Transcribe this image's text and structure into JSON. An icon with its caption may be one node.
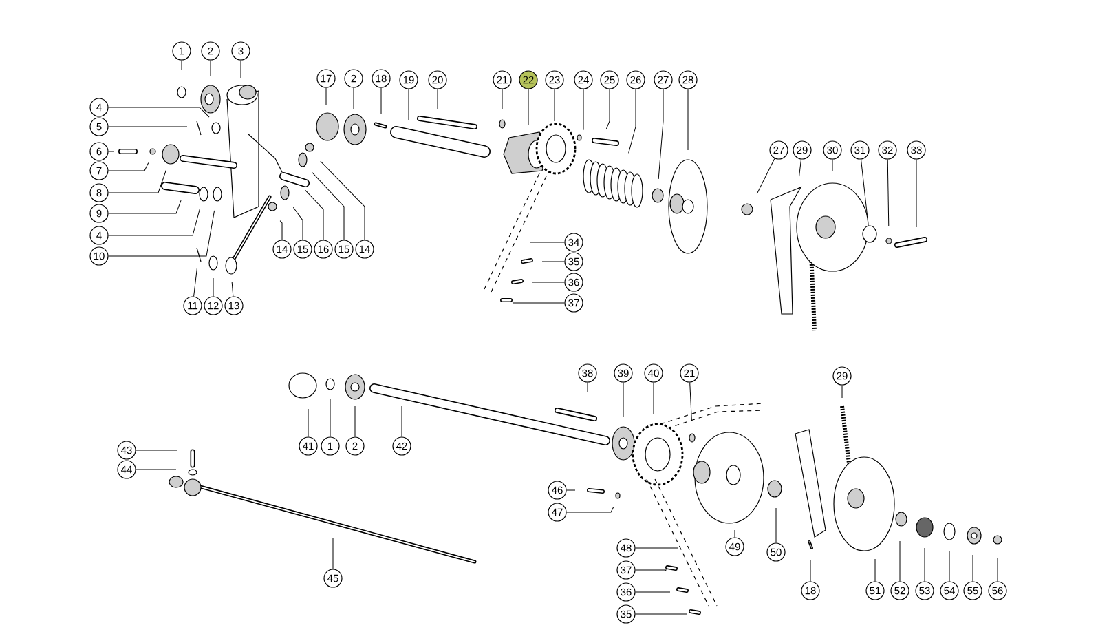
{
  "diagram": {
    "nodes": [
      {
        "text": [
          "1"
        ]
      },
      {
        "text": [
          "2"
        ]
      },
      {
        "text": [
          "3"
        ]
      },
      {
        "text": [
          "4"
        ]
      },
      {
        "text": [
          "5"
        ]
      },
      {
        "text": [
          "6"
        ]
      },
      {
        "text": [
          "7"
        ]
      },
      {
        "text": [
          "8"
        ]
      },
      {
        "text": [
          "9"
        ]
      },
      {
        "text": [
          "4"
        ]
      },
      {
        "text": [
          "10"
        ]
      },
      {
        "text": [
          "11"
        ]
      },
      {
        "text": [
          "12"
        ]
      },
      {
        "text": [
          "13"
        ]
      },
      {
        "text": [
          "14"
        ]
      },
      {
        "text": [
          "15"
        ]
      },
      {
        "text": [
          "16"
        ]
      },
      {
        "text": [
          "15"
        ]
      },
      {
        "text": [
          "14"
        ]
      },
      {
        "text": [
          "17"
        ]
      },
      {
        "text": [
          "2"
        ]
      },
      {
        "text": [
          "18"
        ]
      },
      {
        "text": [
          "19"
        ]
      },
      {
        "text": [
          "20"
        ]
      },
      {
        "text": [
          "21"
        ]
      },
      {
        "text": [
          "22"
        ]
      },
      {
        "text": [
          "23"
        ]
      },
      {
        "text": [
          "24"
        ]
      },
      {
        "text": [
          "25"
        ]
      },
      {
        "text": [
          "26"
        ]
      },
      {
        "text": [
          "27"
        ]
      },
      {
        "text": [
          "28"
        ]
      },
      {
        "text": [
          "34"
        ]
      },
      {
        "text": [
          "35"
        ]
      },
      {
        "text": [
          "36"
        ]
      },
      {
        "text": [
          "37"
        ]
      },
      {
        "text": [
          "27"
        ]
      },
      {
        "text": [
          "29"
        ]
      },
      {
        "text": [
          "30"
        ]
      },
      {
        "text": [
          "31"
        ]
      },
      {
        "text": [
          "32"
        ]
      },
      {
        "text": [
          "33"
        ]
      },
      {
        "text": [
          "38"
        ]
      },
      {
        "text": [
          "39"
        ]
      },
      {
        "text": [
          "40"
        ]
      },
      {
        "text": [
          "21"
        ]
      },
      {
        "text": [
          "41"
        ]
      },
      {
        "text": [
          "1"
        ]
      },
      {
        "text": [
          "2"
        ]
      },
      {
        "text": [
          "42"
        ]
      },
      {
        "text": [
          "43"
        ]
      },
      {
        "text": [
          "44"
        ]
      },
      {
        "text": [
          "45"
        ]
      },
      {
        "text": [
          "46"
        ]
      },
      {
        "text": [
          "47"
        ]
      },
      {
        "text": [
          "48"
        ]
      },
      {
        "text": [
          "37"
        ]
      },
      {
        "text": [
          "36"
        ]
      },
      {
        "text": [
          "35"
        ]
      },
      {
        "text": [
          "49"
        ]
      },
      {
        "text": [
          "50"
        ]
      },
      {
        "text": [
          "18"
        ]
      },
      {
        "text": [
          "29"
        ]
      },
      {
        "text": [
          "51"
        ]
      },
      {
        "text": [
          "52"
        ]
      },
      {
        "text": [
          "53"
        ]
      },
      {
        "text": [
          "54"
        ]
      },
      {
        "text": [
          "55"
        ]
      },
      {
        "text": [
          "56"
        ]
      }
    ],
    "edges": [
      {
        "from": 0,
        "to": null,
        "arrow": "none"
      },
      {
        "from": 1,
        "to": null,
        "arrow": "none"
      },
      {
        "from": 2,
        "to": null,
        "arrow": "none"
      },
      {
        "from": 3,
        "to": null,
        "arrow": "none"
      },
      {
        "from": 4,
        "to": null,
        "arrow": "none"
      },
      {
        "from": 5,
        "to": null,
        "arrow": "none"
      },
      {
        "from": 6,
        "to": null,
        "arrow": "none"
      },
      {
        "from": 7,
        "to": null,
        "arrow": "none"
      },
      {
        "from": 8,
        "to": null,
        "arrow": "none"
      },
      {
        "from": 9,
        "to": null,
        "arrow": "none"
      },
      {
        "from": 10,
        "to": null,
        "arrow": "none"
      },
      {
        "from": 11,
        "to": null,
        "arrow": "none"
      },
      {
        "from": 12,
        "to": null,
        "arrow": "none"
      },
      {
        "from": 13,
        "to": null,
        "arrow": "none"
      },
      {
        "from": 14,
        "to": null,
        "arrow": "none"
      },
      {
        "from": 15,
        "to": null,
        "arrow": "none"
      },
      {
        "from": 16,
        "to": null,
        "arrow": "none"
      },
      {
        "from": 17,
        "to": null,
        "arrow": "none"
      },
      {
        "from": 18,
        "to": null,
        "arrow": "none"
      },
      {
        "from": 19,
        "to": null,
        "arrow": "none"
      },
      {
        "from": 20,
        "to": null,
        "arrow": "none"
      },
      {
        "from": 21,
        "to": null,
        "arrow": "none"
      },
      {
        "from": 22,
        "to": null,
        "arrow": "none"
      },
      {
        "from": 23,
        "to": null,
        "arrow": "none"
      },
      {
        "from": 24,
        "to": null,
        "arrow": "none"
      },
      {
        "from": 25,
        "to": null,
        "arrow": "none"
      },
      {
        "from": 26,
        "to": null,
        "arrow": "none"
      },
      {
        "from": 27,
        "to": null,
        "arrow": "none"
      },
      {
        "from": 28,
        "to": null,
        "arrow": "none"
      },
      {
        "from": 29,
        "to": null,
        "arrow": "none"
      },
      {
        "from": 30,
        "to": null,
        "arrow": "none"
      },
      {
        "from": 31,
        "to": null,
        "arrow": "none"
      },
      {
        "from": 32,
        "to": null,
        "arrow": "none"
      },
      {
        "from": 33,
        "to": null,
        "arrow": "none"
      },
      {
        "from": 34,
        "to": null,
        "arrow": "none"
      },
      {
        "from": 35,
        "to": null,
        "arrow": "none"
      },
      {
        "from": 36,
        "to": null,
        "arrow": "none"
      },
      {
        "from": 37,
        "to": null,
        "arrow": "none"
      },
      {
        "from": 38,
        "to": null,
        "arrow": "none"
      },
      {
        "from": 39,
        "to": null,
        "arrow": "none"
      },
      {
        "from": 40,
        "to": null,
        "arrow": "none"
      },
      {
        "from": 41,
        "to": null,
        "arrow": "none"
      },
      {
        "from": 42,
        "to": null,
        "arrow": "none"
      },
      {
        "from": 43,
        "to": null,
        "arrow": "none"
      },
      {
        "from": 44,
        "to": null,
        "arrow": "none"
      },
      {
        "from": 45,
        "to": null,
        "arrow": "none"
      },
      {
        "from": 46,
        "to": null,
        "arrow": "none"
      },
      {
        "from": 47,
        "to": null,
        "arrow": "none"
      },
      {
        "from": 48,
        "to": null,
        "arrow": "none"
      },
      {
        "from": 49,
        "to": null,
        "arrow": "none"
      },
      {
        "from": 50,
        "to": null,
        "arrow": "none"
      },
      {
        "from": 51,
        "to": null,
        "arrow": "none"
      },
      {
        "from": 52,
        "to": null,
        "arrow": "none"
      },
      {
        "from": 53,
        "to": null,
        "arrow": "none"
      },
      {
        "from": 54,
        "to": null,
        "arrow": "none"
      },
      {
        "from": 55,
        "to": null,
        "arrow": "none"
      },
      {
        "from": 56,
        "to": null,
        "arrow": "none"
      },
      {
        "from": 57,
        "to": null,
        "arrow": "none"
      },
      {
        "from": 58,
        "to": null,
        "arrow": "none"
      },
      {
        "from": 59,
        "to": null,
        "arrow": "none"
      },
      {
        "from": 60,
        "to": null,
        "arrow": "none"
      },
      {
        "from": 61,
        "to": null,
        "arrow": "none"
      },
      {
        "from": 62,
        "to": null,
        "arrow": "none"
      },
      {
        "from": 63,
        "to": null,
        "arrow": "none"
      },
      {
        "from": 64,
        "to": null,
        "arrow": "none"
      },
      {
        "from": 65,
        "to": null,
        "arrow": "none"
      },
      {
        "from": 66,
        "to": null,
        "arrow": "none"
      },
      {
        "from": 67,
        "to": null,
        "arrow": "none"
      },
      {
        "from": 68,
        "to": null,
        "arrow": "none"
      }
    ]
  }
}
